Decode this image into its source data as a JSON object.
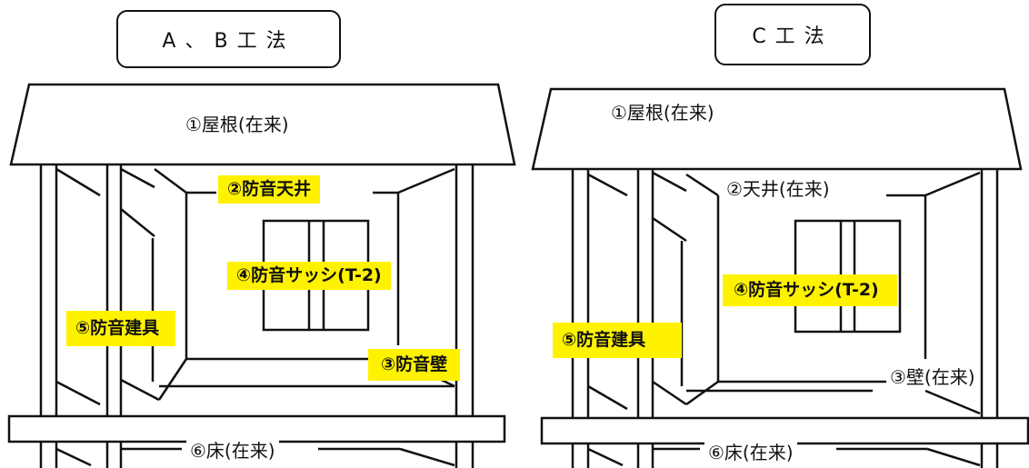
{
  "left": {
    "title": "A、B工法",
    "roof": "①屋根(在来)",
    "ceiling": "②防音天井",
    "sash": "④防音サッシ(T-2)",
    "fittings": "⑤防音建具",
    "wall": "③防音壁",
    "floor": "⑥床(在来)"
  },
  "right": {
    "title": "C工法",
    "roof": "①屋根(在来)",
    "ceiling": "②天井(在来)",
    "sash": "④防音サッシ(T-2)",
    "fittings": "⑤防音建具",
    "wall": "③壁(在来)",
    "floor": "⑥床(在来)"
  },
  "colors": {
    "highlight": "#fff200",
    "line": "#111111"
  }
}
